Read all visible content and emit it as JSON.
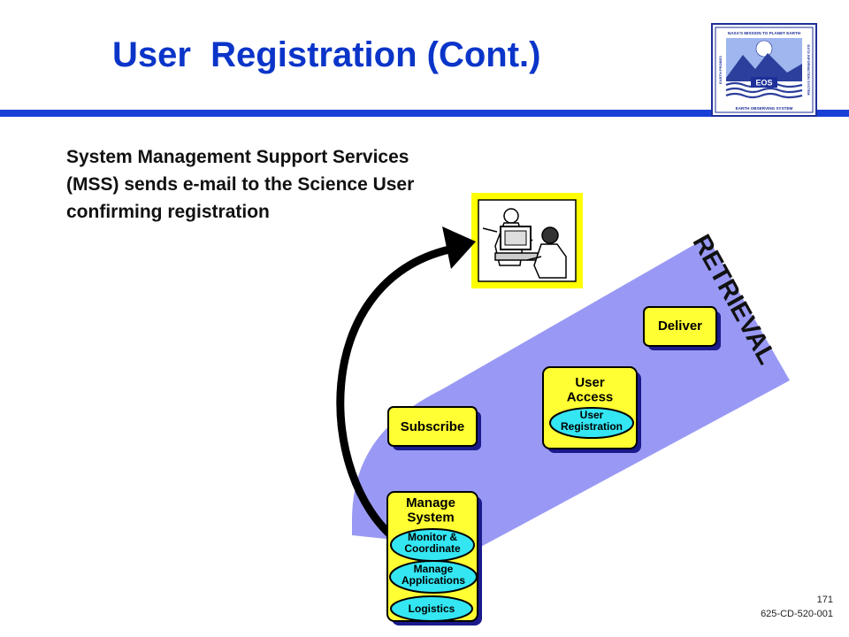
{
  "slide": {
    "title": "User  Registration (Cont.)",
    "description": "System Management Support Services (MSS) sends e-mail to the Science User confirming registration",
    "page_number": "171",
    "doc_id": "625-CD-520-001"
  },
  "band": {
    "label": "RETRIEVAL",
    "color": "#9999f5"
  },
  "boxes": {
    "deliver": "Deliver",
    "user_access": "User\nAccess",
    "user_registration": "User\nRegistration",
    "subscribe": "Subscribe",
    "manage_system": "Manage\nSystem",
    "monitor_coordinate": "Monitor &\nCoordinate",
    "manage_applications": "Manage\nApplications",
    "logistics": "Logistics"
  },
  "logo": {
    "top_text": "NASA'S MISSION TO PLANET EARTH",
    "bottom_text": "EARTH OBSERVING SYSTEM",
    "left_text": "EARTH PROBES",
    "right_text": "DATA INFORMATION SYSTEM",
    "badge": "EOS"
  },
  "colors": {
    "title": "#0b35c9",
    "box_fill": "#ffff33",
    "ellipse_fill": "#33e6f2",
    "shadow": "#1a1a8c"
  }
}
